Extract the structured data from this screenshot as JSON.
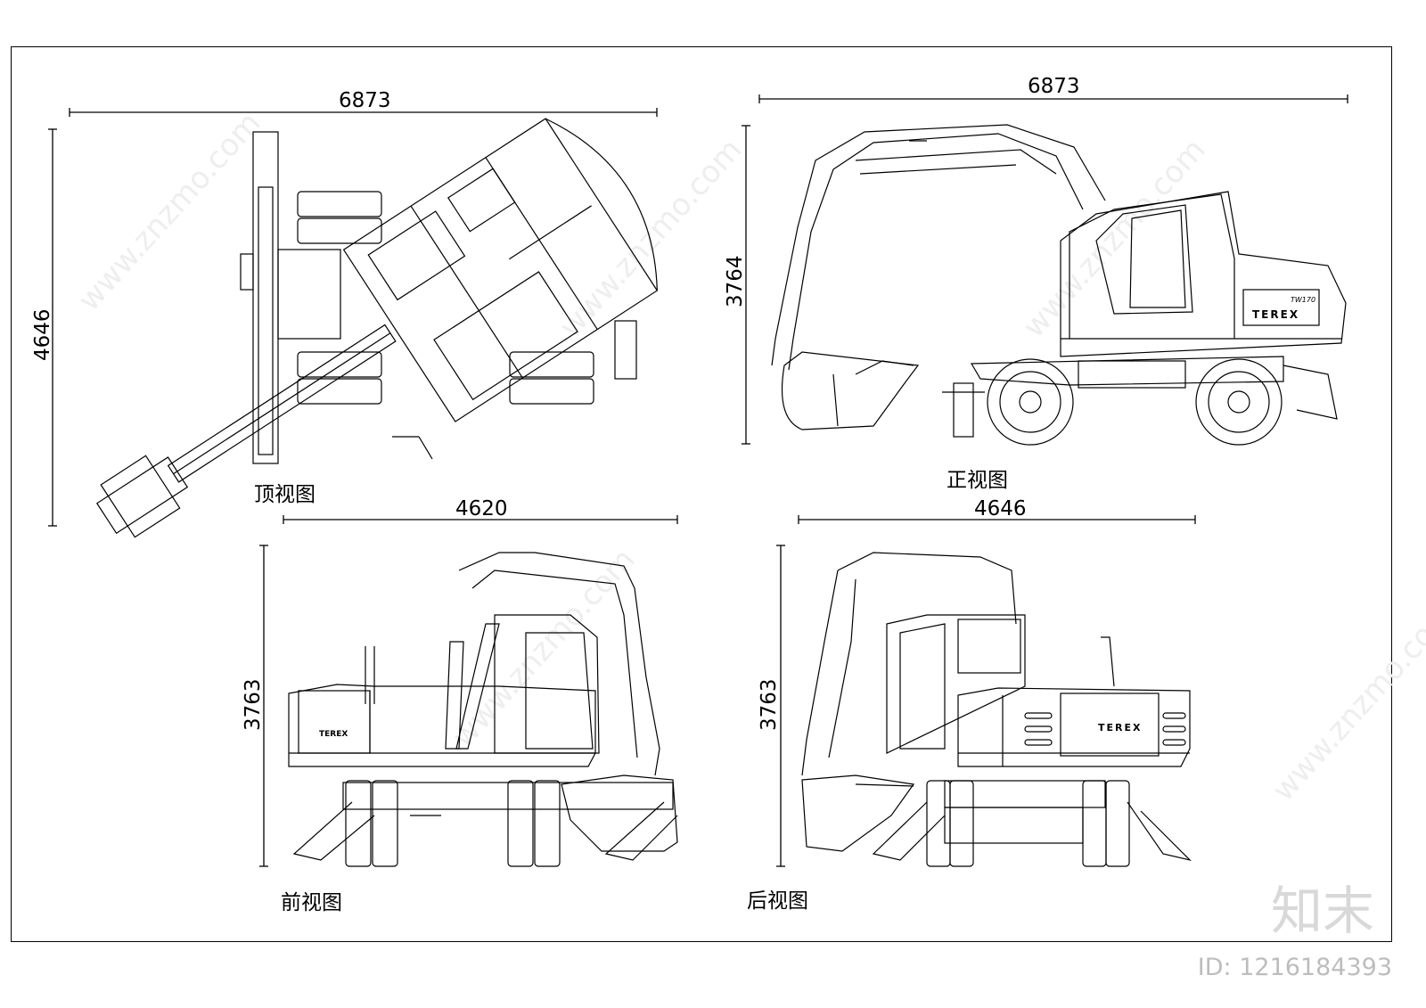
{
  "views": {
    "top": {
      "label": "顶视图",
      "width_dim": "6873",
      "height_dim": "4646"
    },
    "side": {
      "label": "正视图",
      "width_dim": "6873",
      "height_dim": "3764",
      "brand": "TEREX",
      "model": "TW170"
    },
    "front": {
      "label": "前视图",
      "width_dim": "4620",
      "height_dim": "3763",
      "brand": "TEREX"
    },
    "rear": {
      "label": "后视图",
      "width_dim": "4646",
      "height_dim": "3763",
      "brand": "TEREX"
    }
  },
  "watermark": {
    "logo": "知末",
    "id": "ID: 1216184393",
    "url": "www.znzmo.com"
  }
}
